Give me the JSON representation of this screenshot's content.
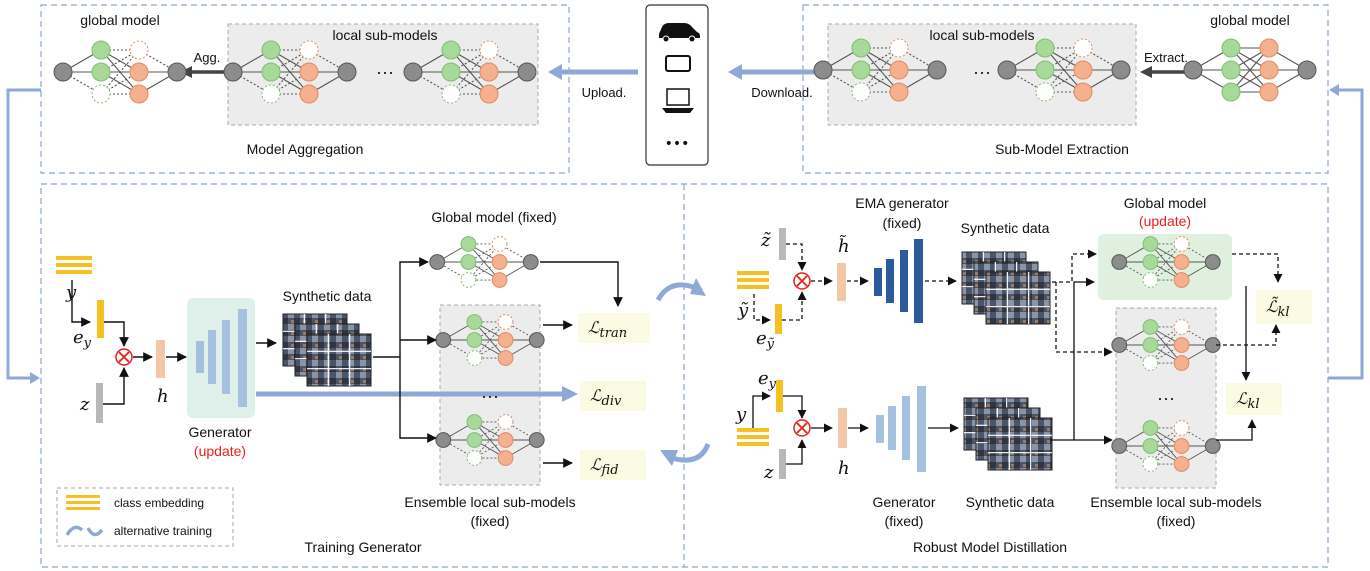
{
  "panels": {
    "model_aggregation": "Model Aggregation",
    "sub_model_extraction": "Sub-Model Extraction",
    "training_generator": "Training Generator",
    "robust_distillation": "Robust Model Distillation"
  },
  "top_left": {
    "global_model": "global model",
    "local_sub_models": "local sub-models",
    "agg": "Agg.",
    "dots": "···"
  },
  "top_right": {
    "global_model": "global model",
    "local_sub_models": "local sub-models",
    "extract": "Extract.",
    "dots": "···"
  },
  "arrows": {
    "upload": "Upload.",
    "download": "Download."
  },
  "devices": {
    "dots": "•••"
  },
  "training": {
    "y": "y",
    "e_y": "e",
    "e_y_sub": "y",
    "z": "z",
    "h": "h",
    "generator": "Generator",
    "generator_update": "(update)",
    "synthetic": "Synthetic data",
    "global_fixed": "Global model (fixed)",
    "ensemble": "Ensemble local sub-models",
    "ensemble_fixed": "(fixed)",
    "dots": "···",
    "loss_tran": "tran",
    "loss_div": "div",
    "loss_fid": "fid",
    "loss_sym": "ℒ"
  },
  "distill": {
    "ema": "EMA generator",
    "ema_fixed": "(fixed)",
    "synthetic_top": "Synthetic  data",
    "global_model": "Global model",
    "global_update": "(update)",
    "z_tilde": "z̃",
    "y_tilde": "ỹ",
    "e_tilde": "e",
    "e_tilde_sub": "ỹ",
    "h_tilde": "h̃",
    "e_y": "e",
    "e_y_sub": "y",
    "y": "y",
    "z": "z",
    "h": "h",
    "generator": "Generator",
    "generator_fixed": "(fixed)",
    "synthetic_bottom": "Synthetic data",
    "ensemble": "Ensemble local sub-models",
    "ensemble_fixed": "(fixed)",
    "dots": "···",
    "loss_kl": "kl",
    "loss_kl_tilde": "kl",
    "loss_sym": "ℒ",
    "loss_sym_tilde": "ℒ̃"
  },
  "legend": {
    "class_embedding": "class embedding",
    "alternative_training": "alternative training"
  },
  "colors": {
    "green": "#a8d99a",
    "orange": "#f5b08f",
    "grey": "#8c8c8c",
    "arrow_blue": "#90a8d8",
    "gen_light": "#a6c0e0",
    "gen_dark": "#2d5a9a",
    "yellow": "#f5c020",
    "panel_dash": "#8aa4d6"
  }
}
